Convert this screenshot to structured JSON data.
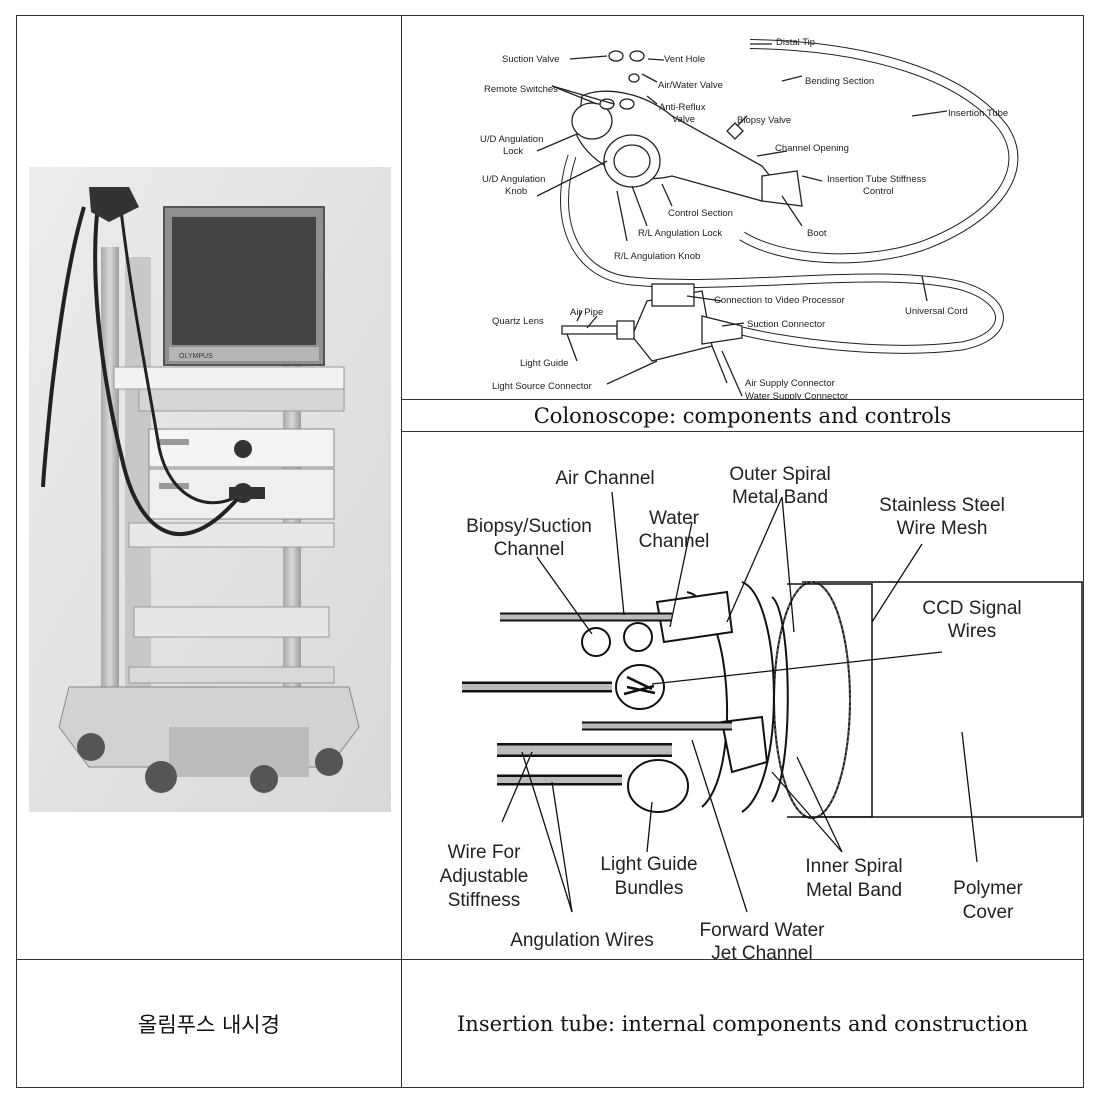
{
  "captions": {
    "colonoscope": "Colonoscope: components and controls",
    "insertion_tube": "Insertion tube: internal components and construction",
    "korean_label": "올림푸스 내시경"
  },
  "photo": {
    "monitor_brand": "OLYMPUS"
  },
  "colonoscope_labels": {
    "suction_valve": "Suction Valve",
    "vent_hole": "Vent Hole",
    "distal_tip": "Distal Tip",
    "bending_section": "Bending Section",
    "air_water_valve": "Air/Water Valve",
    "remote_switches": "Remote Switches",
    "anti_reflux_1": "Anti-Reflux",
    "anti_reflux_2": "Valve",
    "insertion_tube": "Insertion Tube",
    "biopsy_valve": "Biopsy Valve",
    "ud_lock_1": "U/D Angulation",
    "ud_lock_2": "Lock",
    "channel_opening": "Channel Opening",
    "stiffness_1": "Insertion Tube Stiffness",
    "stiffness_2": "Control",
    "ud_knob_1": "U/D Angulation",
    "ud_knob_2": "Knob",
    "control_section": "Control Section",
    "rl_lock": "R/L Angulation Lock",
    "boot": "Boot",
    "rl_knob": "R/L Angulation Knob",
    "connection_video": "Connection to Video Processor",
    "universal_cord": "Universal Cord",
    "quartz_lens": "Quartz Lens",
    "air_pipe": "Air Pipe",
    "suction_connector": "Suction Connector",
    "light_guide": "Light Guide",
    "light_source_connector": "Light Source Connector",
    "air_supply_connector": "Air Supply Connector",
    "water_supply_connector": "Water Supply Connector"
  },
  "tube_labels": {
    "air_channel": "Air Channel",
    "outer_spiral_1": "Outer Spiral",
    "outer_spiral_2": "Metal Band",
    "stainless_1": "Stainless Steel",
    "stainless_2": "Wire Mesh",
    "biopsy_1": "Biopsy/Suction",
    "biopsy_2": "Channel",
    "water_1": "Water",
    "water_2": "Channel",
    "ccd_1": "CCD Signal",
    "ccd_2": "Wires",
    "wire_1": "Wire For",
    "wire_2": "Adjustable",
    "wire_3": "Stiffness",
    "light_guide_1": "Light Guide",
    "light_guide_2": "Bundles",
    "inner_spiral_1": "Inner Spiral",
    "inner_spiral_2": "Metal Band",
    "polymer_1": "Polymer",
    "polymer_2": "Cover",
    "angulation_wires": "Angulation Wires",
    "forward_1": "Forward Water",
    "forward_2": "Jet Channel"
  }
}
